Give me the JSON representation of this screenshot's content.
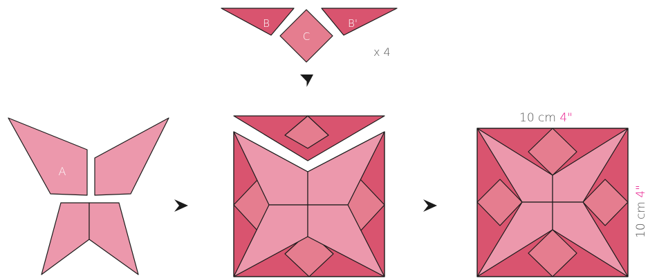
{
  "colors": {
    "dark_pink": "#d9546f",
    "mid_pink": "#e57d8f",
    "light_pink": "#ec98ac",
    "outline": "#1a1a1a",
    "text_gray": "#555555",
    "text_white": "#ffffff",
    "accent_magenta": "#e8198b"
  },
  "pieces": {
    "b_label": "B",
    "c_label": "C",
    "b_prime_label": "B'",
    "a_label": "A",
    "multiplier": "x 4"
  },
  "dimensions": {
    "width_cm": "10 cm",
    "width_in": "4\"",
    "height_cm": "10 cm",
    "height_in": "4\""
  },
  "icons": {
    "down_arrow": "arrowhead-down-icon",
    "right_arrow": "arrowhead-right-icon"
  }
}
